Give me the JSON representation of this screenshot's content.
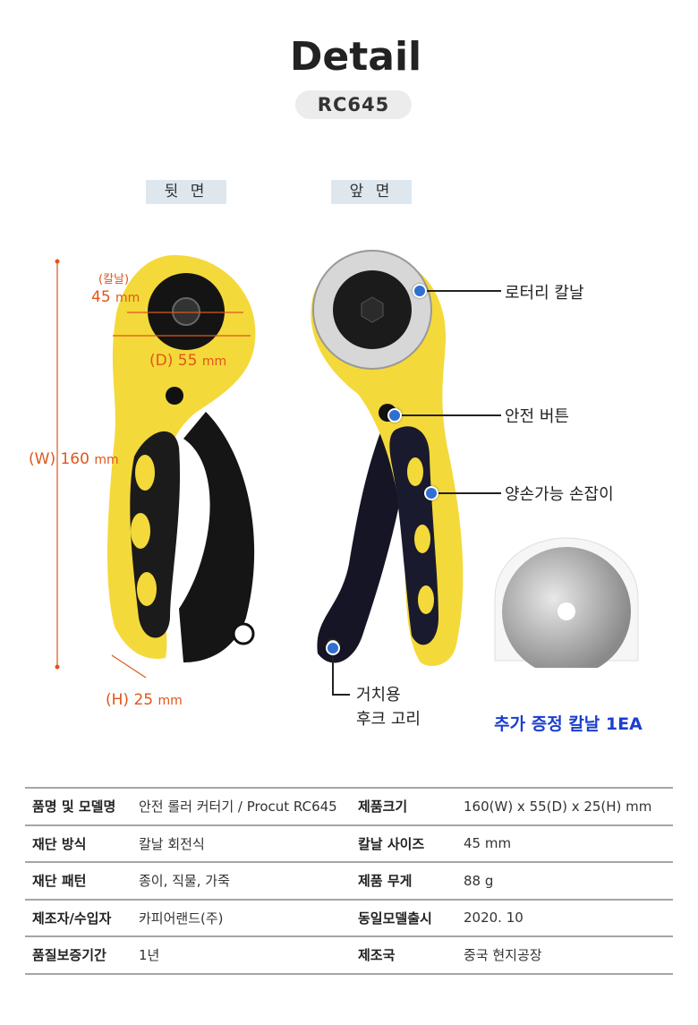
{
  "header": {
    "title": "Detail",
    "model": "RC645"
  },
  "views": {
    "back_label": "뒷 면",
    "front_label": "앞 면"
  },
  "dimensions": {
    "blade_prefix": "(칼날)",
    "blade_value": "45",
    "blade_unit": "mm",
    "depth_prefix": "(D)",
    "depth_value": "55",
    "depth_unit": "mm",
    "width_prefix": "(W)",
    "width_value": "160",
    "width_unit": "mm",
    "height_prefix": "(H)",
    "height_value": "25",
    "height_unit": "mm"
  },
  "callouts": {
    "rotary_blade": "로터리 칼날",
    "safety_button": "안전 버튼",
    "ambidextrous_grip": "양손가능 손잡이",
    "hook_line1": "거치용",
    "hook_line2": "후크 고리"
  },
  "gift_caption": "추가 증정 칼날 1EA",
  "colors": {
    "accent_orange": "#e0561b",
    "callout_dot": "#2f6fd0",
    "gift_blue": "#1a3fcf",
    "body_yellow": "#f4d93a"
  },
  "spec_table": [
    {
      "k1": "품명 및 모델명",
      "v1": "안전 롤러 커터기 / Procut RC645",
      "k2": "제품크기",
      "v2": "160(W) x 55(D) x 25(H) mm"
    },
    {
      "k1": "재단 방식",
      "v1": "칼날 회전식",
      "k2": "칼날 사이즈",
      "v2": "45 mm"
    },
    {
      "k1": "재단 패턴",
      "v1": "종이, 직물, 가죽",
      "k2": "제품 무게",
      "v2": "88 g"
    },
    {
      "k1": "제조자/수입자",
      "v1": "카피어랜드(주)",
      "k2": "동일모델출시",
      "v2": "2020. 10"
    },
    {
      "k1": "품질보증기간",
      "v1": "1년",
      "k2": "제조국",
      "v2": "중국 현지공장"
    }
  ]
}
